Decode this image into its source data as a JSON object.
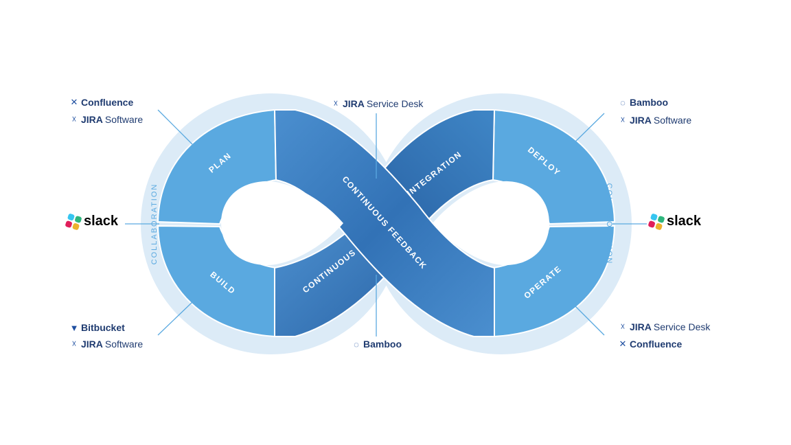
{
  "phases": {
    "plan": "PLAN",
    "build": "BUILD",
    "continuous": "CONTINUOUS",
    "feedback": "CONTINUOUS FEEDBACK",
    "integration": "INTEGRATION",
    "deploy": "DEPLOY",
    "operate": "OPERATE"
  },
  "collaboration": {
    "left": "COLLABORATION",
    "right": "COLLABORATION"
  },
  "tools": {
    "top_left": [
      {
        "icon": "confluence-icon",
        "strong": "Confluence",
        "light": ""
      },
      {
        "icon": "jira-icon",
        "strong": "JIRA",
        "light": "Software"
      }
    ],
    "top_center": [
      {
        "icon": "jira-icon",
        "strong": "JIRA",
        "light": "Service Desk"
      }
    ],
    "top_right": [
      {
        "icon": "bamboo-icon",
        "strong": "Bamboo",
        "light": ""
      },
      {
        "icon": "jira-icon",
        "strong": "JIRA",
        "light": "Software"
      }
    ],
    "bottom_left": [
      {
        "icon": "bitbucket-icon",
        "strong": "Bitbucket",
        "light": ""
      },
      {
        "icon": "jira-icon",
        "strong": "JIRA",
        "light": "Software"
      }
    ],
    "bottom_center": [
      {
        "icon": "bamboo-icon",
        "strong": "Bamboo",
        "light": ""
      }
    ],
    "bottom_right": [
      {
        "icon": "jira-icon",
        "strong": "JIRA",
        "light": "Service Desk"
      },
      {
        "icon": "confluence-icon",
        "strong": "Confluence",
        "light": ""
      }
    ],
    "left": {
      "name": "slack"
    },
    "right": {
      "name": "slack"
    }
  },
  "colors": {
    "ring": "#dcebf7",
    "segment": "#5aa9e0",
    "band_dark": "#2f6cae",
    "band_mid": "#3f86c6",
    "text_dark": "#1f3b70",
    "slack": [
      "#36c5f0",
      "#2eb67d",
      "#ecb22e",
      "#e01e5a"
    ]
  }
}
